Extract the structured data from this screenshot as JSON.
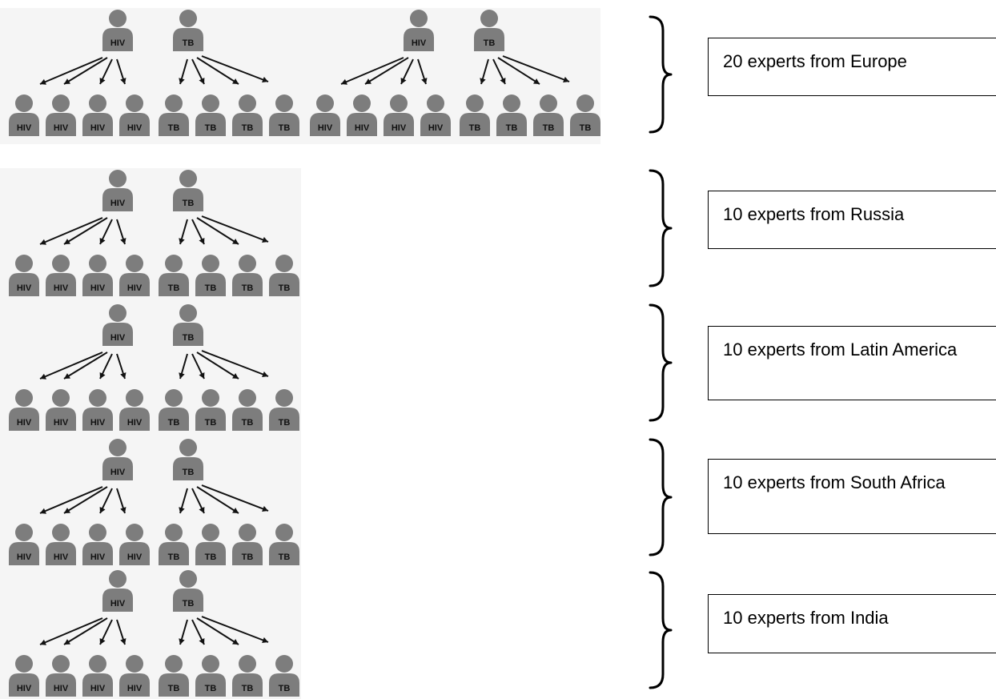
{
  "roles": {
    "hiv": "HIV",
    "tb": "TB"
  },
  "groups": [
    {
      "label": "20 experts from Europe",
      "panels": 2
    },
    {
      "label": "10 experts from Russia",
      "panels": 1
    },
    {
      "label": "10 experts from Latin America",
      "panels": 1
    },
    {
      "label": "10 experts from South Africa",
      "panels": 1
    },
    {
      "label": "10 experts from India",
      "panels": 1
    }
  ],
  "colors": {
    "person": "#7d7d7d",
    "panel_bg": "#f5f5f5",
    "arrow": "#111111"
  }
}
